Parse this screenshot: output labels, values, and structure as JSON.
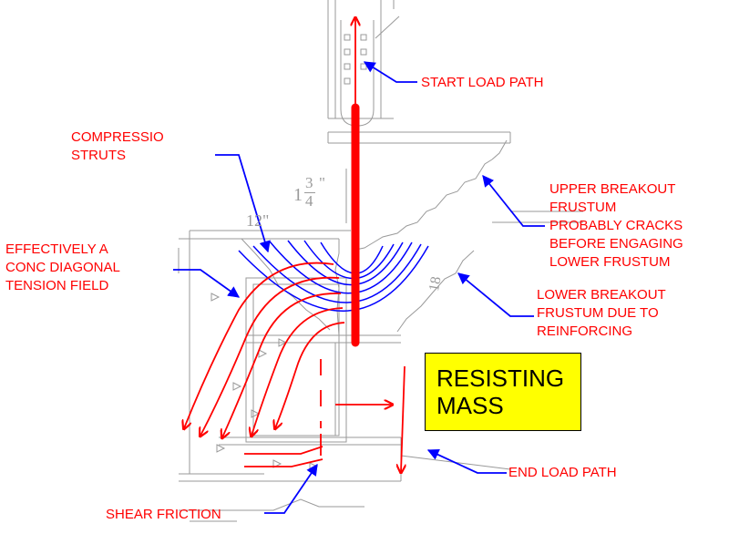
{
  "labels": {
    "start_load_path": "START LOAD PATH",
    "compression_struts": [
      "COMPRESSIO",
      "STRUTS"
    ],
    "upper_breakout": [
      "UPPER BREAKOUT",
      "FRUSTUM",
      "PROBABLY CRACKS",
      "BEFORE ENGAGING",
      "LOWER FRUSTUM"
    ],
    "diagonal_tension": [
      "EFFECTIVELY A",
      "CONC DIAGONAL",
      "TENSION FIELD"
    ],
    "lower_breakout": [
      "LOWER BREAKOUT",
      "FRUSTUM DUE TO",
      "REINFORCING"
    ],
    "resisting_mass": [
      "RESISTING",
      "MASS"
    ],
    "end_load_path": "END LOAD PATH",
    "shear_friction": "SHEAR FRICTION"
  },
  "dimensions": {
    "embed_whole": "1",
    "embed_frac_num": "3",
    "embed_frac_den": "4",
    "embed_inch": "\"",
    "width_dim": "12\"",
    "side_dim": "18"
  },
  "colors": {
    "annotation_text": "#ff0000",
    "load_path": "#ff0000",
    "leader_arrows": "#0000ff",
    "resisting_box": "#ffff00",
    "drawing_lines": "#9a9a9a"
  }
}
